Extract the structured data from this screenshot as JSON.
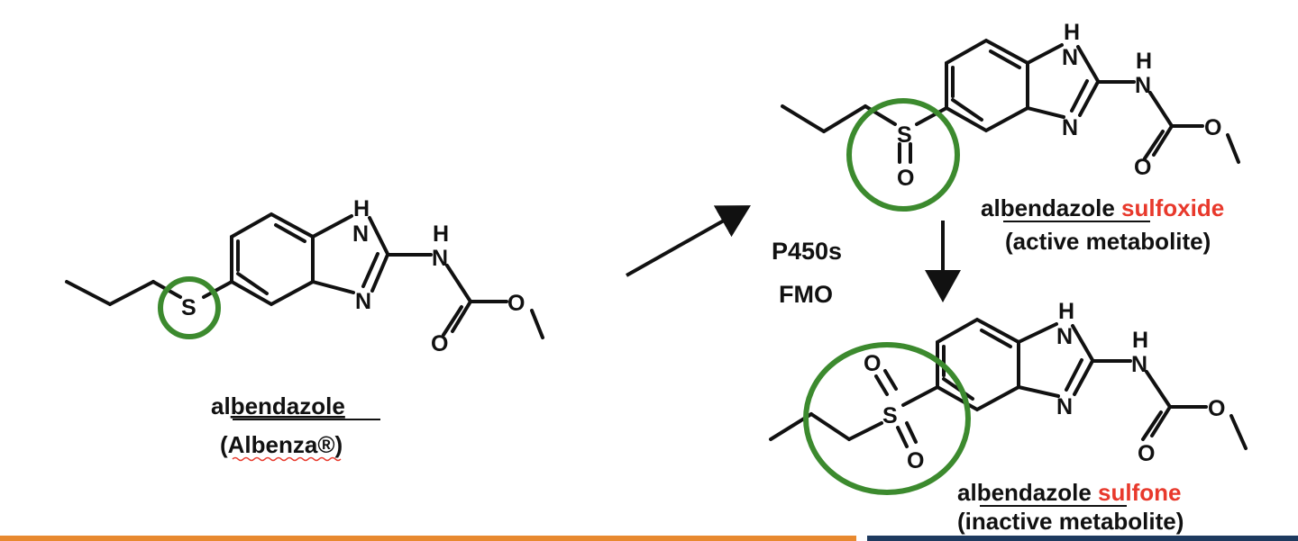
{
  "colors": {
    "highlight": "#3c8a2e",
    "accent_text": "#e8392c",
    "bar_left": "#e8892f",
    "bar_right": "#1e3a5f"
  },
  "atoms": {
    "S": "S",
    "N": "N",
    "NH": "H",
    "O": "O"
  },
  "parent": {
    "name_prefix": "al",
    "name_core": "bendazole",
    "brand": "(Albenza®)"
  },
  "conditions": {
    "line1": "P450s",
    "line2": "FMO"
  },
  "sulfoxide": {
    "name_prefix": "al",
    "name_core": "bendazole",
    "name_suffix": " sulfoxide",
    "note": "(active metabolite)"
  },
  "sulfone": {
    "name_prefix": "al",
    "name_core": "bendazole",
    "name_suffix": " sulfone",
    "note": "(inactive metabolite)"
  }
}
